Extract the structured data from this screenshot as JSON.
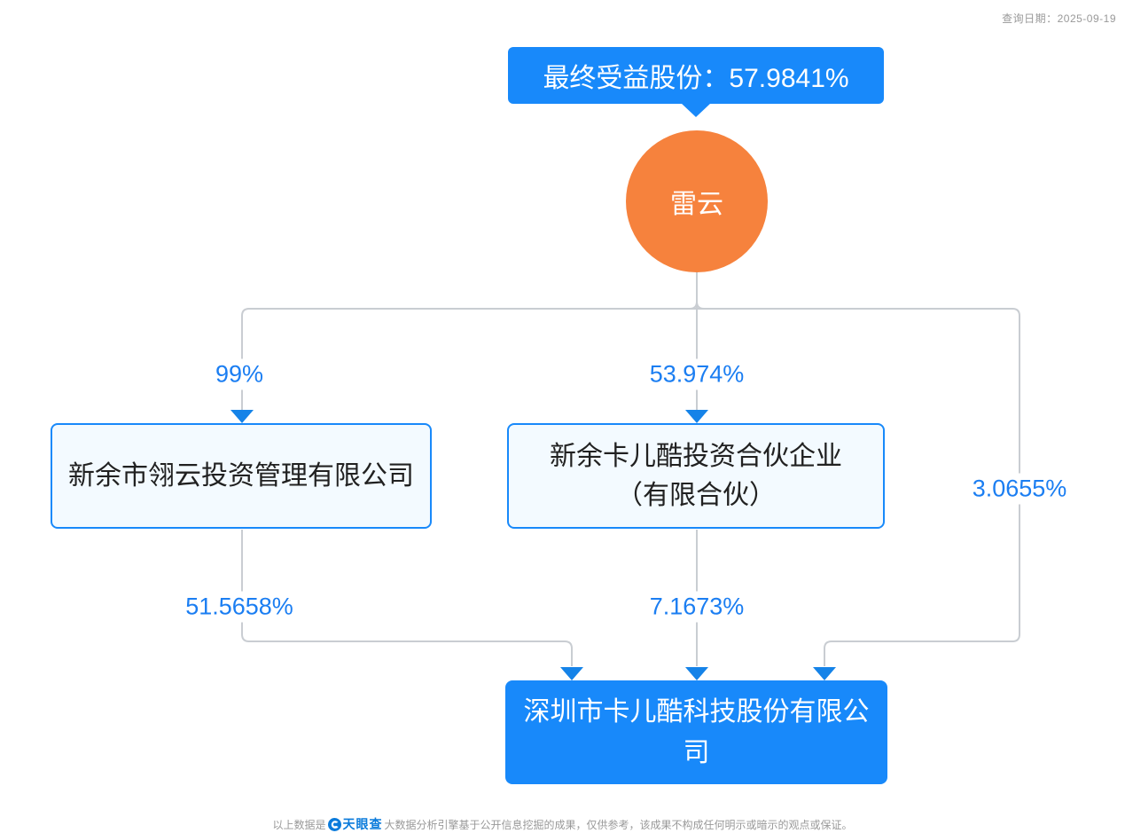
{
  "meta": {
    "query_date": "查询日期：2025-09-19"
  },
  "tooltip": {
    "text": "最终受益股份：57.9841%"
  },
  "root": {
    "name": "雷云",
    "type": "person"
  },
  "nodes": {
    "left_company": {
      "name": "新余市翎云投资管理有限公司"
    },
    "middle_company": {
      "name": "新余卡儿酷投资合伙企业（有限合伙）"
    },
    "target_company": {
      "name": "深圳市卡儿酷科技股份有限公司"
    }
  },
  "edges": [
    {
      "from": "雷云",
      "to": "新余市翎云投资管理有限公司",
      "share": "99%"
    },
    {
      "from": "雷云",
      "to": "新余卡儿酷投资合伙企业（有限合伙）",
      "share": "53.974%"
    },
    {
      "from": "雷云",
      "to": "深圳市卡儿酷科技股份有限公司",
      "share": "3.0655%"
    },
    {
      "from": "新余市翎云投资管理有限公司",
      "to": "深圳市卡儿酷科技股份有限公司",
      "share": "51.5658%"
    },
    {
      "from": "新余卡儿酷投资合伙企业（有限合伙）",
      "to": "深圳市卡儿酷科技股份有限公司",
      "share": "7.1673%"
    }
  ],
  "footer": {
    "prefix": "以上数据是",
    "brand": "天眼查",
    "suffix": "大数据分析引擎基于公开信息挖掘的成果，仅供参考，该成果不构成任何明示或暗示的观点或保证。"
  },
  "colors": {
    "accent_blue": "#1889FA",
    "percent_text_blue": "#1B7EF2",
    "person_orange": "#F6823D",
    "line_gray": "#C9CDD2",
    "light_box_bg": "#F3FAFF",
    "footer_gray": "#999999"
  }
}
